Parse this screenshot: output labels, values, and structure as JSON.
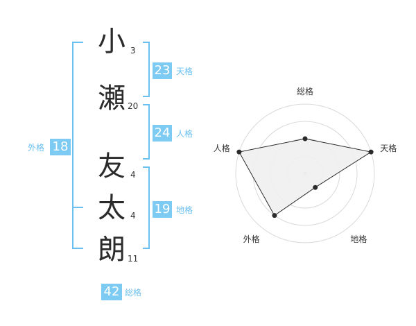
{
  "name_chars": [
    {
      "char": "小",
      "strokes": "3"
    },
    {
      "char": "瀬",
      "strokes": "20"
    },
    {
      "char": "友",
      "strokes": "4"
    },
    {
      "char": "太",
      "strokes": "4"
    },
    {
      "char": "朗",
      "strokes": "11"
    }
  ],
  "kakusu": {
    "tenkaku": {
      "value": "23",
      "label": "天格"
    },
    "jinkaku": {
      "value": "24",
      "label": "人格"
    },
    "chikaku": {
      "value": "19",
      "label": "地格"
    },
    "gaikaku": {
      "value": "18",
      "label": "外格"
    },
    "soukaku": {
      "value": "42",
      "label": "総格"
    }
  },
  "chart_data": {
    "type": "radar",
    "axes": [
      "総格",
      "天格",
      "地格",
      "外格",
      "人格"
    ],
    "values": [
      0.5,
      1.0,
      0.25,
      0.75,
      1.0
    ],
    "rings": 4,
    "range": [
      0,
      1
    ]
  },
  "colors": {
    "accent": "#7dcaf3",
    "bracket": "#6ac0ef",
    "radar_fill": "#efefef",
    "radar_line": "#2b2b2b",
    "grid": "#d9d9d9"
  }
}
